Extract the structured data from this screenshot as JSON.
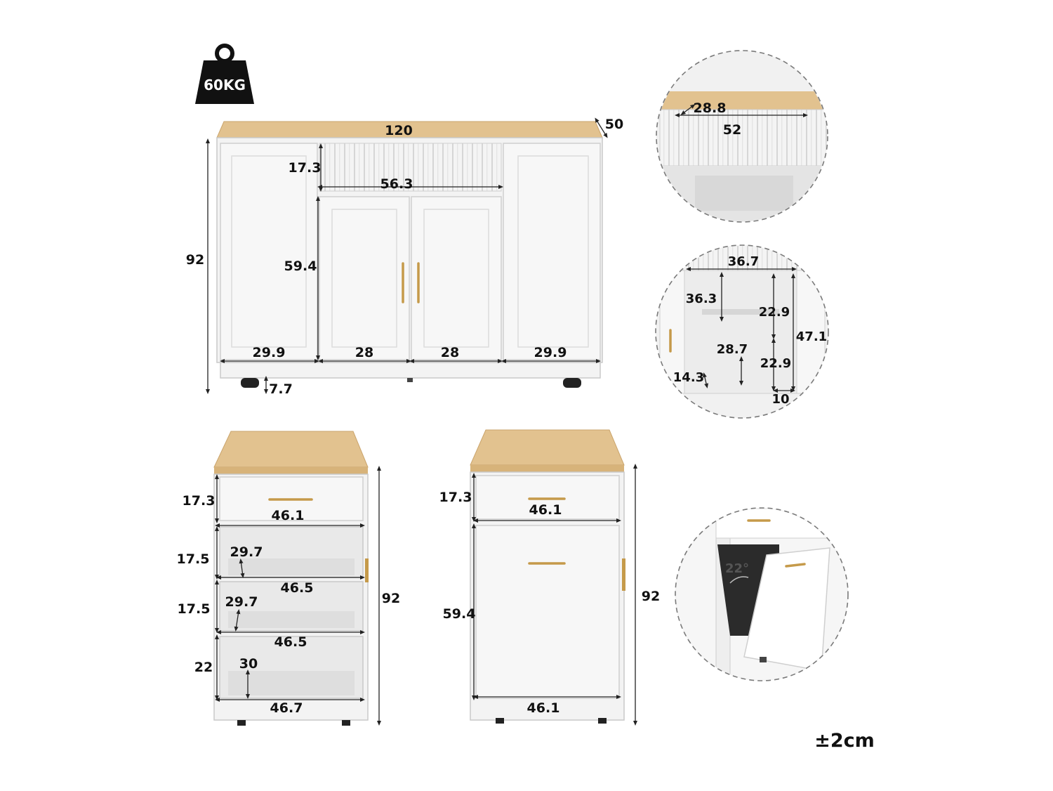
{
  "weight": {
    "label": "60KG"
  },
  "tolerance": "±2cm",
  "front_view": {
    "width": "120",
    "depth": "50",
    "height": "92",
    "drawer_height": "17.3",
    "drawer_width": "56.3",
    "door_height": "59.4",
    "left_door_width": "29.9",
    "mid_left_width": "28",
    "mid_right_width": "28",
    "right_door_width": "29.9",
    "caster_height": "7.7"
  },
  "drawer_detail": {
    "depth": "28.8",
    "width": "52"
  },
  "interior_detail": {
    "width": "36.7",
    "upper_height": "36.3",
    "shelf_top": "22.9",
    "shelf_bottom": "22.9",
    "total_height": "47.1",
    "shelf_depth": "28.7",
    "base_height": "14.3",
    "side_width": "10"
  },
  "shelf_cabinet": {
    "drawer_height": "17.3",
    "drawer_width": "46.1",
    "shelf1_height": "17.5",
    "shelf1_depth": "29.7",
    "shelf1_width": "46.5",
    "shelf2_height": "17.5",
    "shelf2_depth": "29.7",
    "shelf2_width": "46.5",
    "shelf3_height": "22",
    "shelf3_depth": "30",
    "bottom_width": "46.7",
    "total_height": "92"
  },
  "trash_cabinet": {
    "drawer_height": "17.3",
    "drawer_width": "46.1",
    "door_height": "59.4",
    "bottom_width": "46.1",
    "total_height": "92"
  },
  "tilt_detail": {
    "angle": "22°"
  }
}
